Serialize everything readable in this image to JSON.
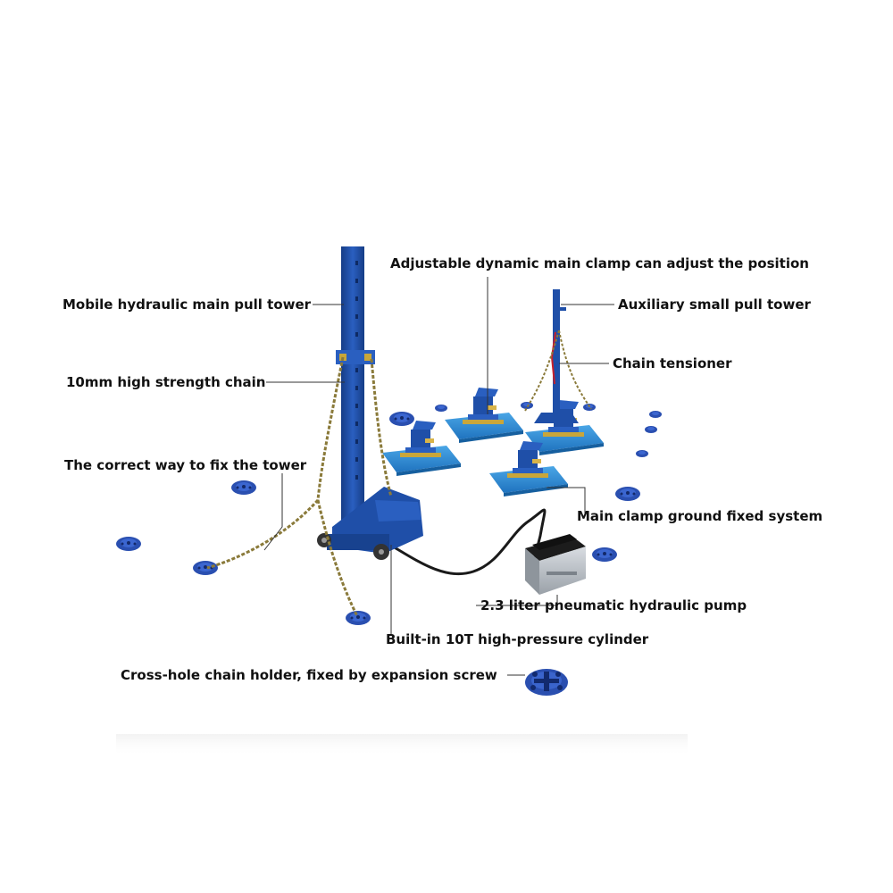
{
  "labels": {
    "main_tower": "Mobile hydraulic main pull tower",
    "chain": "10mm high strength chain",
    "fix_tower": "The correct way to fix the tower",
    "adjustable_clamp": "Adjustable dynamic main clamp can adjust the position",
    "aux_tower": "Auxiliary small pull tower",
    "tensioner": "Chain tensioner",
    "ground_system": "Main clamp ground fixed system",
    "pump": "2.3 liter pneumatic hydraulic pump",
    "cylinder": "Built-in 10T high-pressure cylinder",
    "chain_holder": "Cross-hole chain holder, fixed by expansion screw"
  },
  "colors": {
    "equipment_blue": "#1f4fa8",
    "pad_blue": "#2f8fd6",
    "chain_gold": "#8a7a3a",
    "text": "#111111",
    "leader": "#333333"
  }
}
